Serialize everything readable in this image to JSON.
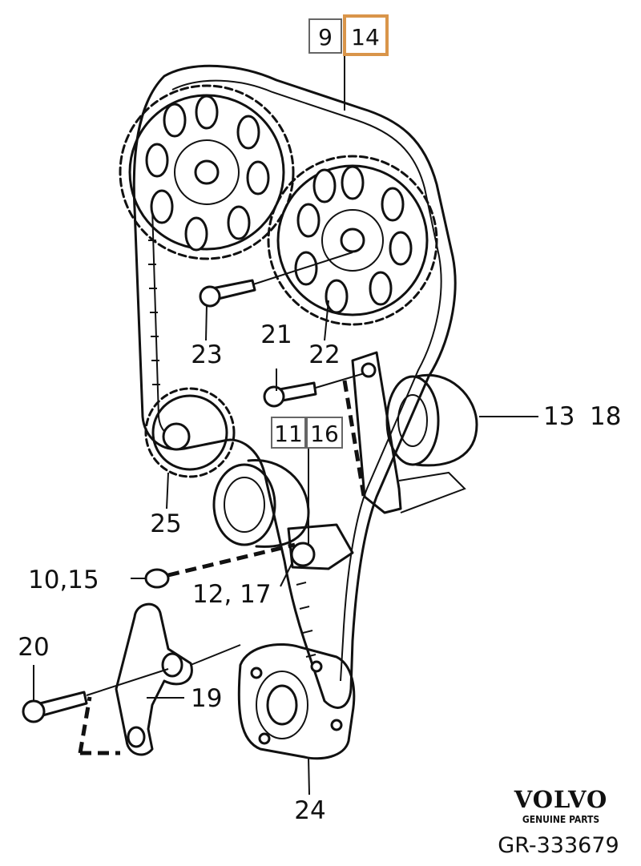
{
  "callouts": {
    "top_a": "9",
    "top_b": "14",
    "c13": "13",
    "c18": "18",
    "c11": "11",
    "c16": "16",
    "c21": "21",
    "c22": "22",
    "c23": "23",
    "c25": "25",
    "c10_15": "10,15",
    "c12_17": "12, 17",
    "c20": "20",
    "c19": "19",
    "c24": "24"
  },
  "highlight_color": "#d9954a",
  "brand": {
    "name": "VOLVO",
    "tagline": "GENUINE PARTS"
  },
  "reference": "GR-333679"
}
